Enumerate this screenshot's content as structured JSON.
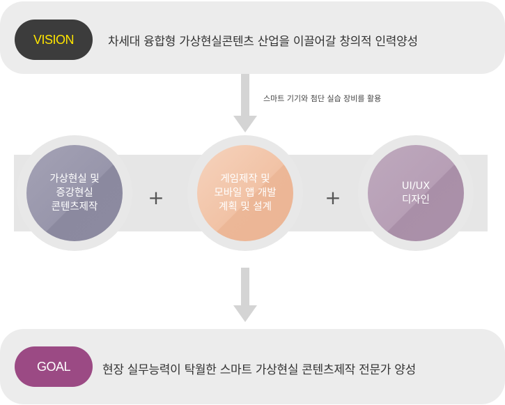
{
  "vision": {
    "badge": "VISION",
    "statement": "차세대 융합형 가상현실콘텐츠 산업을 이끌어갈 창의적 인력양성"
  },
  "support_note": "스마트 기기와 첨단 실습 장비를 활용",
  "components": [
    {
      "label": "가상현실 및\n증강현실\n콘텐츠제작",
      "color": "#9896ab"
    },
    {
      "label": "게임제작 및\n모바일 앱 개발\n계획 및 설계",
      "color": "#f1c2a5"
    },
    {
      "label": "UI/UX\n디자인",
      "color": "#b79fb6"
    }
  ],
  "operators": [
    "+",
    "+"
  ],
  "goal": {
    "badge": "GOAL",
    "statement": "현장 실무능력이 탁월한 스마트 가상현실 콘텐츠제작 전문가 양성"
  },
  "colors": {
    "vision_badge_bg": "#3c3c3c",
    "vision_badge_text": "#ffe500",
    "goal_badge_bg": "#9b4a84",
    "panel_bg": "#ececec"
  }
}
